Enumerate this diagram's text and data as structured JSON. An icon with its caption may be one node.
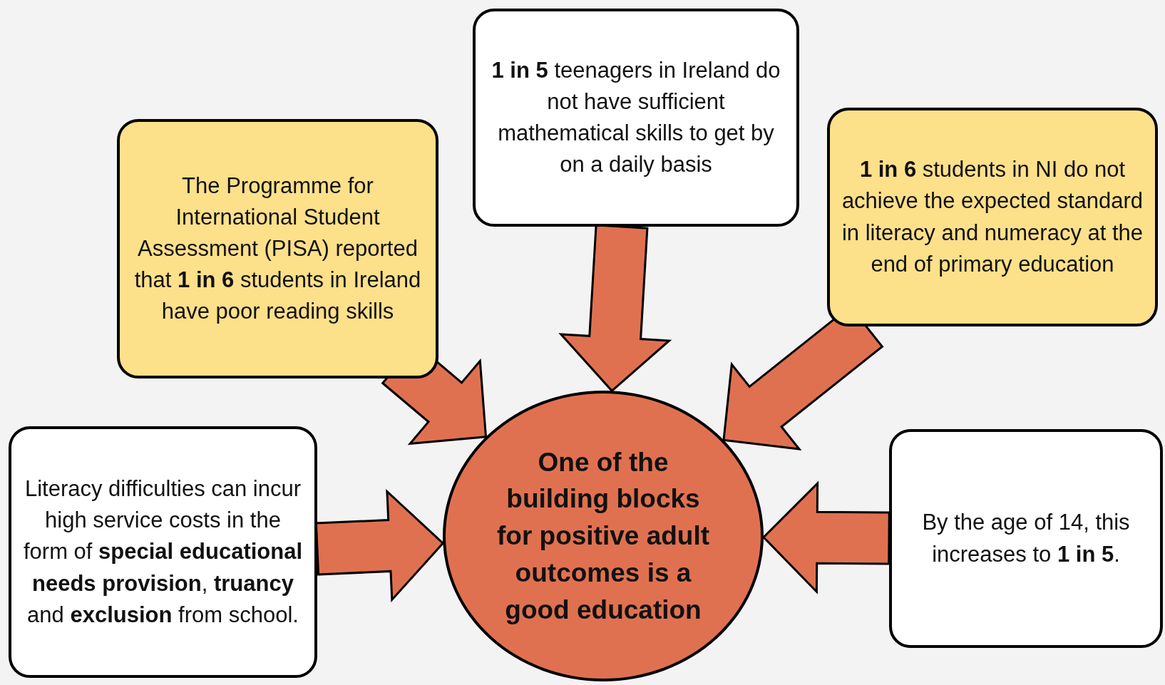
{
  "diagram": {
    "nodes": [
      {
        "text": [
          "The Programme for International Student Assessment (PISA) reported that **1 in 6** students in Ireland have poor reading skills"
        ]
      },
      {
        "text": [
          "**1 in 5** teenagers in Ireland do not have sufficient mathematical skills to get by on a daily basis"
        ]
      },
      {
        "text": [
          "**1 in 6** students in NI do not achieve the expected standard in literacy and numeracy at the end of primary education"
        ]
      },
      {
        "text": [
          "Literacy difficulties can incur high service costs in the form of **special educational needs provision**, **truancy** and **exclusion** from school."
        ]
      },
      {
        "text": [
          "By the age of 14, this increases to **1 in 5**."
        ]
      },
      {
        "text": [
          "One of the building blocks for positive adult outcomes is a good education"
        ]
      }
    ],
    "edges": [
      {
        "from": 0,
        "to": 5,
        "arrow": "to"
      },
      {
        "from": 1,
        "to": 5,
        "arrow": "to"
      },
      {
        "from": 2,
        "to": 5,
        "arrow": "to"
      },
      {
        "from": 3,
        "to": 5,
        "arrow": "to"
      },
      {
        "from": 4,
        "to": 5,
        "arrow": "to"
      }
    ]
  }
}
